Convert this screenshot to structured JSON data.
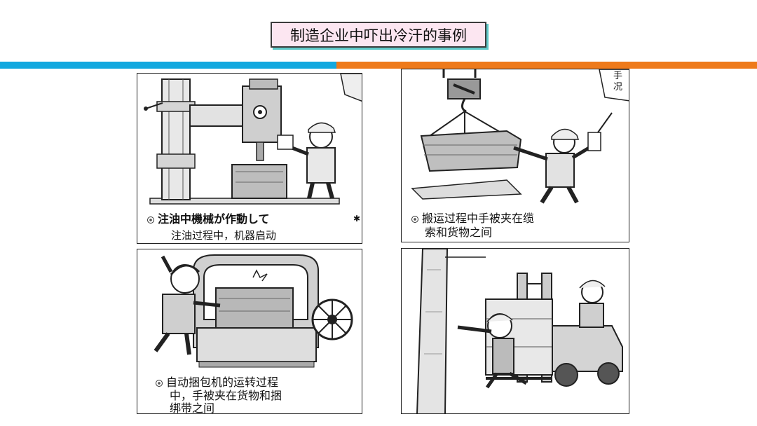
{
  "title": "制造企业中吓出冷汗的事例",
  "panels": [
    {
      "caption_line1": "注油中機械が作動して",
      "caption_line2": "注油过程中，机器启动",
      "illustration": "drill-press-worker"
    },
    {
      "caption_line1": "搬运过程中手被夹在缆",
      "caption_line2": "索和货物之间",
      "corner_text": "手\n况",
      "illustration": "crane-load-worker"
    },
    {
      "caption_line1": "自动捆包机的运转过程",
      "caption_line2": "中，手被夹在货物和捆",
      "caption_line3": "绑带之间",
      "illustration": "strapping-machine-worker"
    },
    {
      "illustration": "forklift-pinned-worker"
    }
  ],
  "colors": {
    "title_bg": "#fce6f1",
    "bar_blue": "#12a8df",
    "bar_orange": "#ee7a1b"
  }
}
